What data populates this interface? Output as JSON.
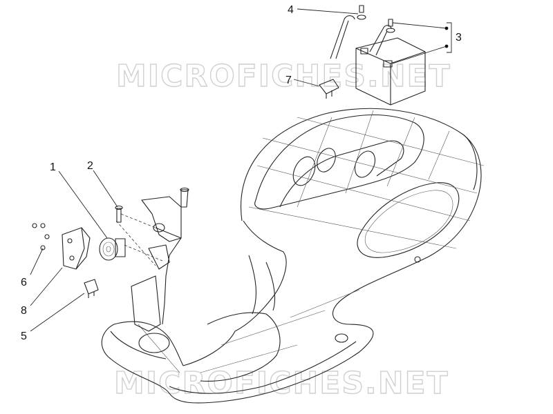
{
  "watermark": {
    "top": "MICROFICHES.NET",
    "bottom": "MICROFICHES.NET"
  },
  "callouts": {
    "c1": "1",
    "c2": "2",
    "c3": "3",
    "c4": "4",
    "c5": "5",
    "c6": "6",
    "c7": "7",
    "c8": "8"
  }
}
